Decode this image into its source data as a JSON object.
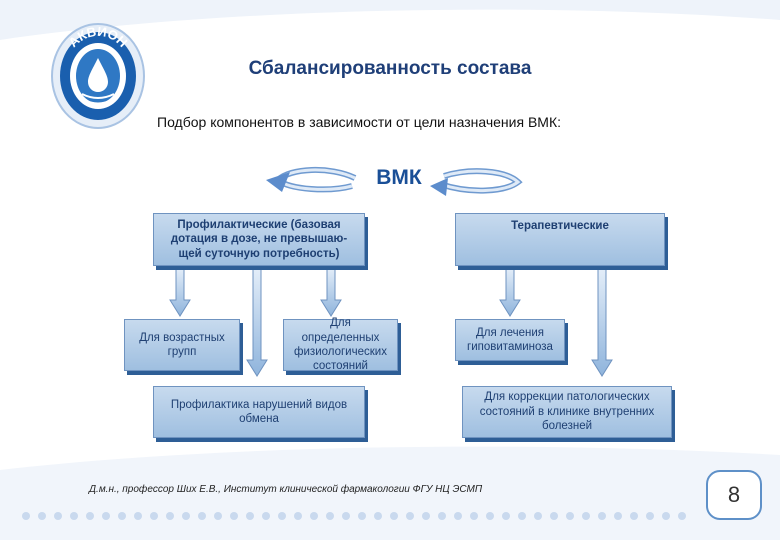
{
  "slide": {
    "title": "Сбалансированность состава",
    "subtitle": "Подбор компонентов в зависимости от цели назначения ВМК:",
    "page_number": "8",
    "footer": "Д.м.н., профессор Ших Е.В., Институт клинической фармакологии ФГУ НЦ ЭСМП"
  },
  "logo": {
    "text": "АКВИОН"
  },
  "diagram": {
    "center_label": "ВМК",
    "boxes": {
      "prophylactic": "Профилактические (базовая дотация в дозе, не превышаю-щей суточную потребность)",
      "therapeutic": "Терапевтические",
      "age_groups": "Для возрастных групп",
      "physiological": "Для определенных физиологических состояний",
      "hypovitaminosis": "Для лечения гиповитаминоза",
      "metabolic": "Профилактика нарушений видов обмена",
      "pathological": "Для коррекции патологических состояний в клинике внутренних болезней"
    }
  },
  "colors": {
    "title": "#1f3f78",
    "box_fill": "#b2cde8",
    "box_shadow": "#2e5e96",
    "arrow": "#8fb4dc",
    "accent": "#1a5fae"
  }
}
